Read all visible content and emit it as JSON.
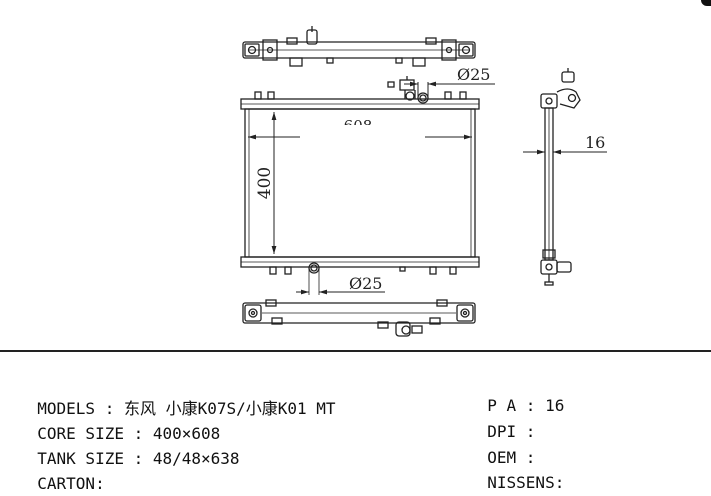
{
  "drawing": {
    "dim_top_pipe": "Ø25",
    "dim_bottom_pipe": "Ø25",
    "dim_height": "400",
    "dim_thickness": "16",
    "dim_width_partial": "608"
  },
  "specs": {
    "models_label": "MODELS : ",
    "models_value": "东风 小康K07S/小康K01 MT",
    "core_label": "CORE SIZE : ",
    "core_value": "400×608",
    "tank_label": "TANK SIZE : ",
    "tank_value": "48/48×638",
    "carton_label": "CARTON:",
    "pa_label": "P A : ",
    "pa_value": "16",
    "dpi_label": "DPI :",
    "oem_label": "OEM :",
    "nissens_label": "NISSENS:"
  },
  "colors": {
    "line": "#222222",
    "background": "#ffffff"
  }
}
